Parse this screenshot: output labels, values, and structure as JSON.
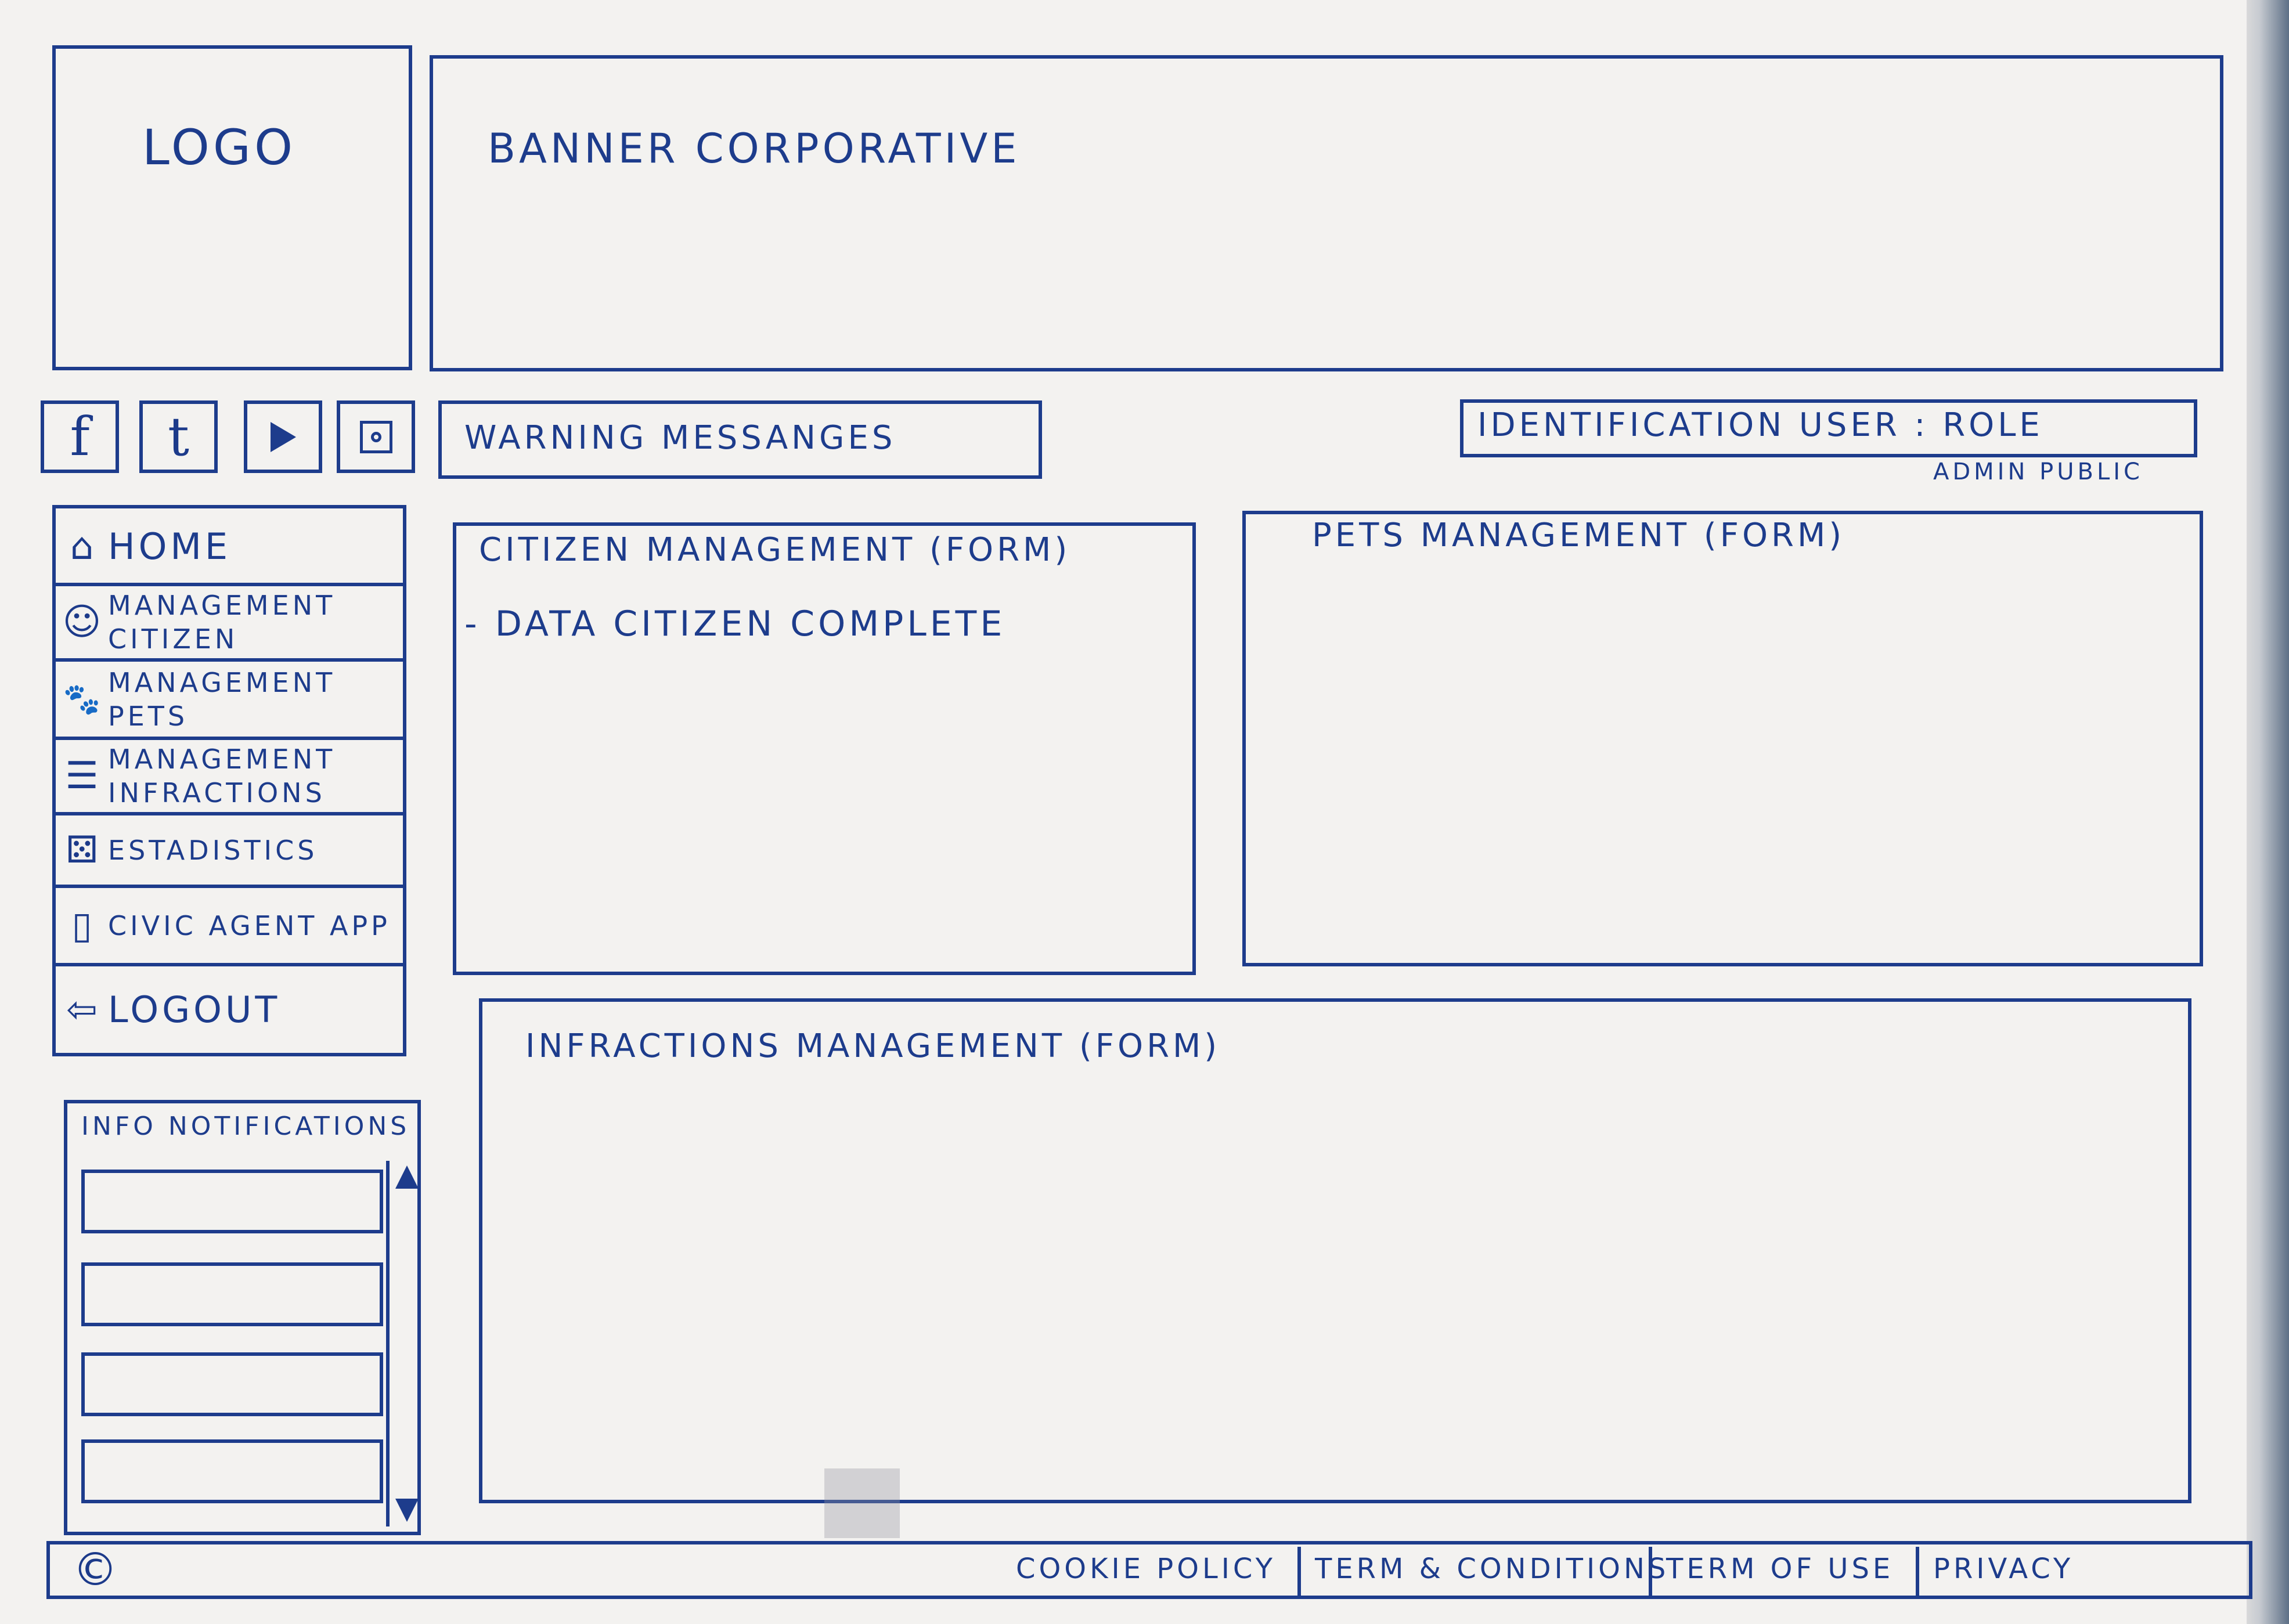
{
  "header": {
    "logo_text": "LOGO",
    "banner_text": "BANNER CORPORATIVE"
  },
  "social": {
    "facebook": "f",
    "twitter": "t"
  },
  "warning": {
    "text": "WARNING MESSANGES"
  },
  "user": {
    "identification": "IDENTIFICATION USER : ROLE",
    "role_options": "ADMIN PUBLIC"
  },
  "nav": {
    "home": "HOME",
    "citizen": "MANAGEMENT CITIZEN",
    "pets": "MANAGEMENT PETS",
    "infractions": "MANAGEMENT INFRACTIONS",
    "stats": "ESTADISTICS",
    "civic": "CIVIC AGENT APP",
    "logout": "LOGOUT"
  },
  "notifications": {
    "title": "INFO NOTIFICATIONS"
  },
  "forms": {
    "citizen_title": "CITIZEN MANAGEMENT (FORM)",
    "citizen_item": "- DATA CITIZEN COMPLETE",
    "pets_title": "PETS MANAGEMENT (FORM)",
    "infractions_title": "INFRACTIONS MANAGEMENT (FORM)"
  },
  "footer": {
    "copyright": "©",
    "cookie": "COOKIE POLICY",
    "terms": "TERM & CONDITIONS",
    "term_use": "TERM OF USE",
    "privacy": "PRIVACY"
  },
  "colors": {
    "ink": "#1d3c8c",
    "paper": "#f3f2f0"
  }
}
